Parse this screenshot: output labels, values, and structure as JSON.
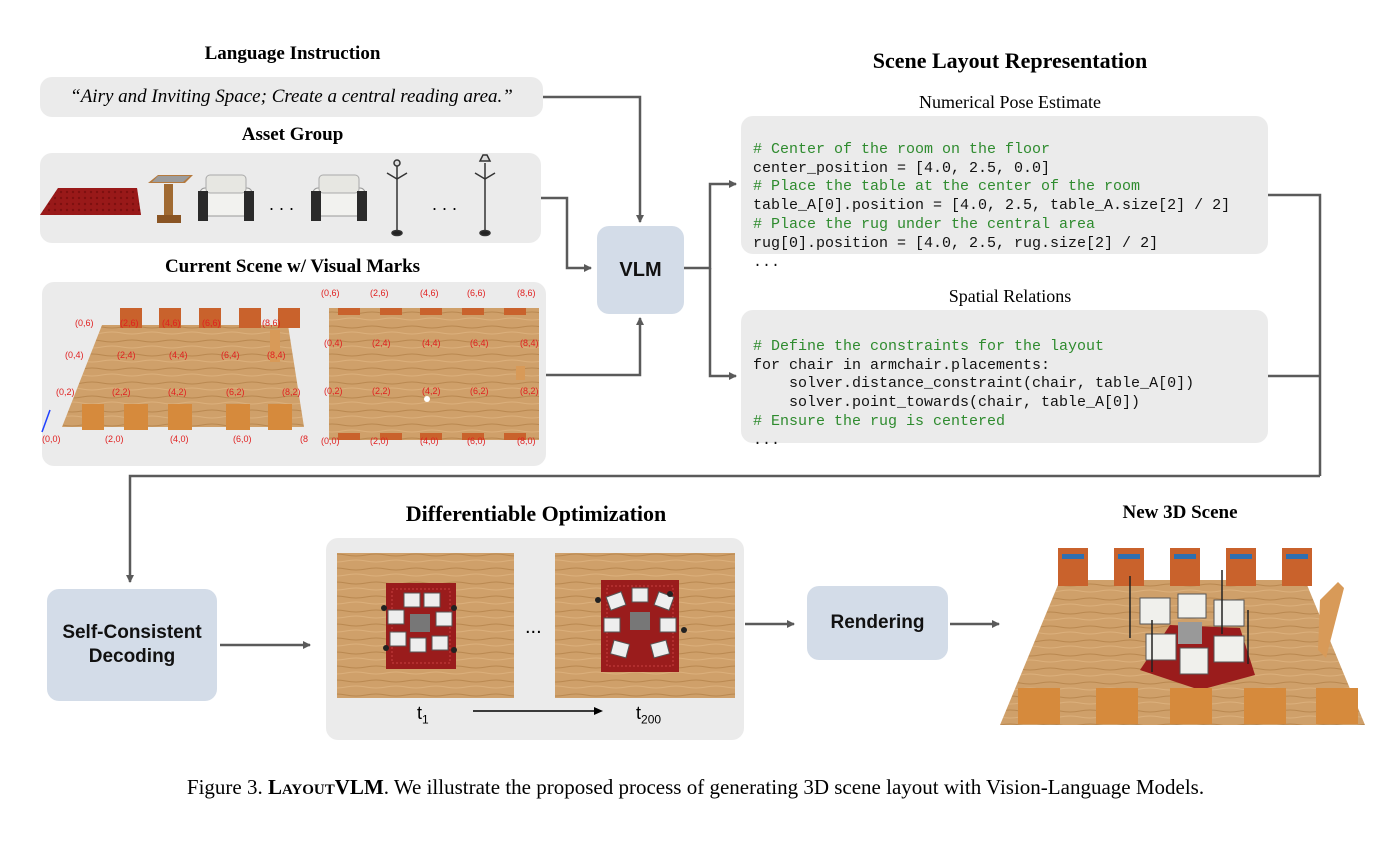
{
  "language_instruction": {
    "title": "Language Instruction",
    "text": "“Airy and Inviting Space; Create a central reading area.”"
  },
  "asset_group": {
    "title": "Asset Group",
    "ellipsis_1": ". . .",
    "ellipsis_2": ". . ."
  },
  "current_scene": {
    "title": "Current Scene w/ Visual Marks",
    "left_marks": [
      "(0,6)",
      "(2,6)",
      "(4,6)",
      "(6,6)",
      "(8,6)",
      "(0,4)",
      "(2,4)",
      "(4,4)",
      "(6,4)",
      "(8,4)",
      "(0,2)",
      "(2,2)",
      "(4,2)",
      "(6,2)",
      "(8,2)",
      "(0,0)",
      "(2,0)",
      "(4,0)",
      "(6,0)",
      "(8"
    ],
    "right_marks": [
      "(0,6)",
      "(2,6)",
      "(4,6)",
      "(6,6)",
      "(8,6)",
      "(0,4)",
      "(2,4)",
      "(4,4)",
      "(6,4)",
      "(8,4)",
      "(0,2)",
      "(2,2)",
      "(4,2)",
      "(6,2)",
      "(8,2)",
      "(0,0)",
      "(2,0)",
      "(4,0)",
      "(6,0)",
      "(8,0)"
    ]
  },
  "vlm": {
    "label": "VLM"
  },
  "scene_layout": {
    "title": "Scene Layout Representation",
    "numerical": {
      "title": "Numerical Pose Estimate",
      "lines": [
        "# Center of the room on the floor",
        "center_position = [4.0, 2.5, 0.0]",
        "# Place the table at the center of the room",
        "table_A[0].position = [4.0, 2.5, table_A.size[2] / 2]",
        "# Place the rug under the central area",
        "rug[0].position = [4.0, 2.5, rug.size[2] / 2]",
        "..."
      ]
    },
    "spatial": {
      "title": "Spatial Relations",
      "lines": [
        "# Define the constraints for the layout",
        "for chair in armchair.placements:",
        "    solver.distance_constraint(chair, table_A[0])",
        "    solver.point_towards(chair, table_A[0])",
        "# Ensure the rug is centered",
        "..."
      ]
    }
  },
  "decoding": {
    "label": "Self-Consistent Decoding"
  },
  "optimization": {
    "title": "Differentiable Optimization",
    "ellipsis": "...",
    "t_start": "t",
    "t_start_sub": "1",
    "t_end": "t",
    "t_end_sub": "200"
  },
  "rendering": {
    "label": "Rendering"
  },
  "new_scene": {
    "title": "New 3D Scene"
  },
  "caption": {
    "prefix": "Figure 3. ",
    "name": "LayoutVLM",
    "suffix": ". We illustrate the proposed process of generating 3D scene layout with Vision-Language Models."
  },
  "colors": {
    "panel": "#ebebeb",
    "box": "#d3dce8",
    "arrow": "#5a5a5a",
    "comment": "#2e8b2e",
    "number": "#1a7a9a",
    "mark": "#e02020",
    "wood": "#cfa06a",
    "rug": "#9a1c1c"
  }
}
